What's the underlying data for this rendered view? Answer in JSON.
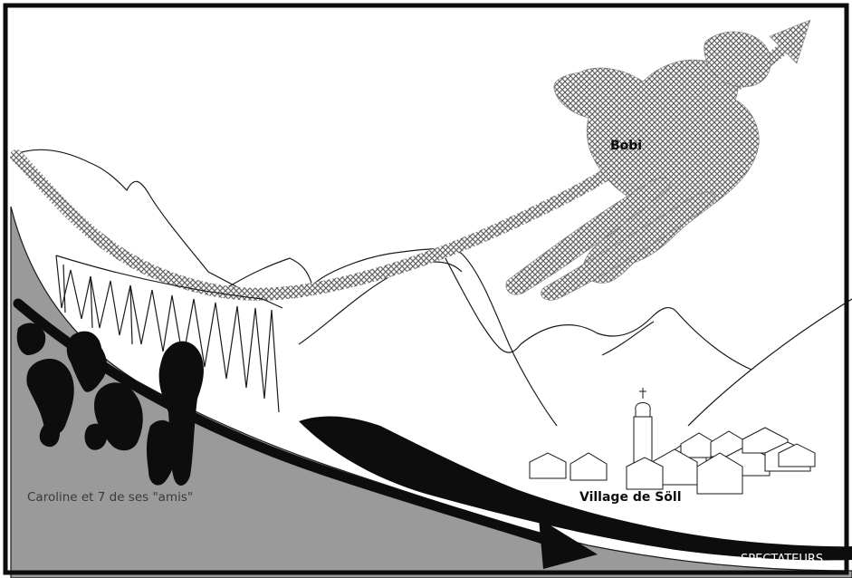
{
  "labels": {
    "bobi": "Bobi",
    "village": "Village de Söll",
    "caroline": "Caroline et 7 de ses \"amis\"",
    "spectateurs": "SPECTATEURS"
  },
  "icons": {
    "frame": "border-frame",
    "mountains": "mountain-outline-icon",
    "slope": "ski-slope-shape",
    "jumper": "ski-jumper-silhouette-icon",
    "trajectory": "jump-trajectory-arrow-icon",
    "fence": "zigzag-safety-net-icon",
    "spectators": "spectator-silhouettes-icon",
    "slope_arrow": "slope-direction-arrow-icon",
    "village": "village-houses-icon",
    "church": "church-steeple-icon"
  },
  "colors": {
    "ink": "#0d0d0d",
    "slope": "#9a9a9a",
    "shadow": "#4a4a4a",
    "sky": "#ffffff",
    "caption_gray": "#3a3a3a"
  }
}
